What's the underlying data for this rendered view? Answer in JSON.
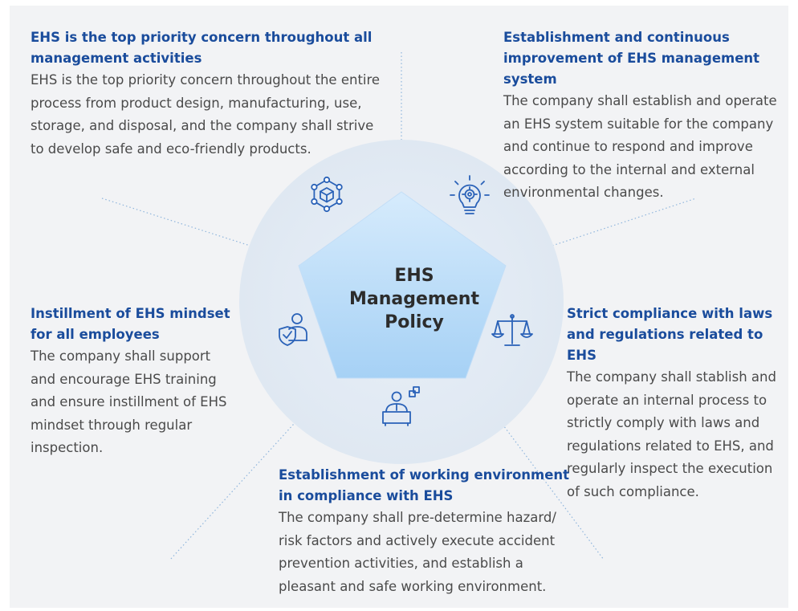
{
  "center": {
    "lines": [
      "EHS",
      "Management",
      "Policy"
    ]
  },
  "blocks": [
    {
      "title": "EHS is the top priority concern throughout all management activities",
      "body": "EHS is the top priority concern throughout the entire process from product design, manufacturing, use, storage, and disposal, and the company shall strive to develop safe and eco-friendly products.",
      "icon": "product-cube-network-icon"
    },
    {
      "title": "Establishment and continuous improvement of EHS management system",
      "body": "The company shall establish and operate an EHS system suitable for the company and continue to respond and improve according to the internal and external environmental changes.",
      "icon": "lightbulb-gear-icon"
    },
    {
      "title": "Instillment of EHS mindset for all employees",
      "body": "The company shall support and encourage EHS training and ensure instillment of EHS mindset through regular inspection.",
      "icon": "person-shield-check-icon"
    },
    {
      "title": "Strict compliance with laws and regulations related to EHS",
      "body": "The company shall stablish and operate an internal process to strictly comply with laws and regulations related to EHS, and regularly inspect the execution of such compliance.",
      "icon": "scales-icon"
    },
    {
      "title": "Establishment of working environment in compliance with EHS",
      "body": "The company shall pre-determine hazard/ risk factors and actively execute accident prevention activities, and establish a pleasant and safe working environment.",
      "icon": "worker-desk-icon"
    }
  ],
  "colors": {
    "title_blue": "#1a4c9c",
    "icon_blue": "#2a62b8",
    "circle": "#e2eaf3",
    "pentagon_top": "#d3e8fb",
    "pentagon_bottom": "#a9d3f6",
    "connector": "#8fb5dc"
  }
}
